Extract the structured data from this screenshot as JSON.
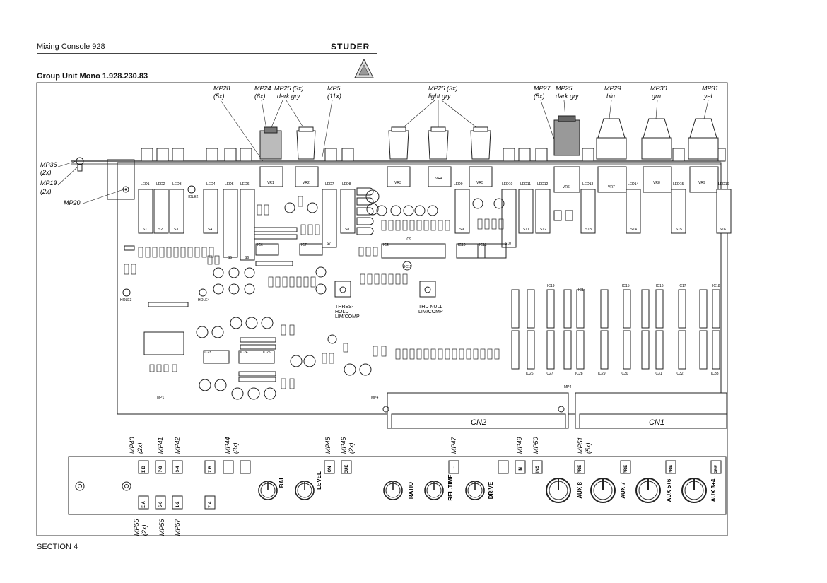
{
  "header": {
    "title": "Mixing Console 928",
    "brand": "STUDER"
  },
  "unit": {
    "title": "Group Unit Mono   1.928.230.83"
  },
  "footer": {
    "section": "SECTION 4"
  },
  "callouts_top": [
    {
      "id": "MP28",
      "l1": "MP28",
      "l2": "(5x)"
    },
    {
      "id": "MP24",
      "l1": "MP24",
      "l2": "(6x)"
    },
    {
      "id": "MP25a",
      "l1": "MP25 (3x)",
      "l2": "dark gry"
    },
    {
      "id": "MP5",
      "l1": "MP5",
      "l2": "(11x)"
    },
    {
      "id": "MP26",
      "l1": "MP26 (3x)",
      "l2": "light gry"
    },
    {
      "id": "MP27",
      "l1": "MP27",
      "l2": "(5x)"
    },
    {
      "id": "MP25b",
      "l1": "MP25",
      "l2": "dark gry"
    },
    {
      "id": "MP29",
      "l1": "MP29",
      "l2": "blu"
    },
    {
      "id": "MP30",
      "l1": "MP30",
      "l2": "grn"
    },
    {
      "id": "MP31",
      "l1": "MP31",
      "l2": "yel"
    }
  ],
  "callouts_left": [
    {
      "l1": "MP36",
      "l2": "(2x)"
    },
    {
      "l1": "MP19",
      "l2": "(2x)"
    },
    {
      "l1": "MP20",
      "l2": ""
    }
  ],
  "board": {
    "leds": [
      "LED1",
      "LED2",
      "LED3",
      "LED4",
      "LED5",
      "LED6",
      "LED7",
      "LED8",
      "LED9",
      "LED10",
      "LED11",
      "LED12",
      "LED13",
      "LED14",
      "LED15",
      "LED16"
    ],
    "switches": [
      "S1",
      "S2",
      "S3",
      "S4",
      "S5",
      "S6",
      "S7",
      "S8",
      "S9",
      "S10",
      "S11",
      "S12",
      "S13",
      "S14",
      "S15",
      "S16"
    ],
    "pots": [
      "VR1",
      "VR2",
      "VR3",
      "VR4",
      "VR5",
      "VR6",
      "VR7",
      "VR8",
      "VR9"
    ],
    "holes": [
      "HOLE2",
      "HOLE3",
      "HOLE4"
    ],
    "trim_labels": [
      "THRES-",
      "HOLD",
      "LIM/COMP",
      "THD NULL",
      "LIM/COMP"
    ],
    "connectors": [
      "CN2",
      "CN1"
    ],
    "mp_small": [
      "MP1",
      "MP4",
      "MP4"
    ],
    "ic_labels": [
      "IC6",
      "IC7",
      "IC8",
      "IC9",
      "IC10",
      "IC11",
      "IC12",
      "IC14",
      "IC15",
      "IC16",
      "IC17",
      "IC18",
      "IC19",
      "IC23",
      "IC24",
      "IC25",
      "IC26",
      "IC27",
      "IC28",
      "IC29",
      "IC30",
      "IC31",
      "IC32",
      "IC33"
    ]
  },
  "front_panel": {
    "callouts_top": [
      {
        "l1": "MP40",
        "l2": "(2x)"
      },
      {
        "l1": "MP41",
        "l2": ""
      },
      {
        "l1": "MP42",
        "l2": ""
      },
      {
        "l1": "MP44",
        "l2": "(3x)"
      },
      {
        "l1": "MP45",
        "l2": ""
      },
      {
        "l1": "MP46",
        "l2": "(2x)"
      },
      {
        "l1": "MP47",
        "l2": ""
      },
      {
        "l1": "MP49",
        "l2": ""
      },
      {
        "l1": "MP50",
        "l2": ""
      },
      {
        "l1": "MP51",
        "l2": "(5x)"
      }
    ],
    "callouts_bottom": [
      {
        "l1": "MP55",
        "l2": "(2x)"
      },
      {
        "l1": "MP56",
        "l2": ""
      },
      {
        "l1": "MP57",
        "l2": ""
      }
    ],
    "buttons_top": [
      "Σ B",
      "7-8",
      "3-4",
      "Σ B",
      "",
      "",
      "ON",
      "CUE",
      "↑",
      "",
      "IN",
      "INS",
      "PRE",
      "PRE",
      "PRE",
      "PRE"
    ],
    "buttons_bottom": [
      "Σ A",
      "5-6",
      "1-2",
      "Σ A"
    ],
    "knobs": [
      "BAL",
      "LEVEL",
      "RATIO",
      "REL.TIME",
      "DRIVE",
      "AUX 8",
      "AUX 7",
      "AUX 5+6",
      "AUX 3+4"
    ]
  }
}
